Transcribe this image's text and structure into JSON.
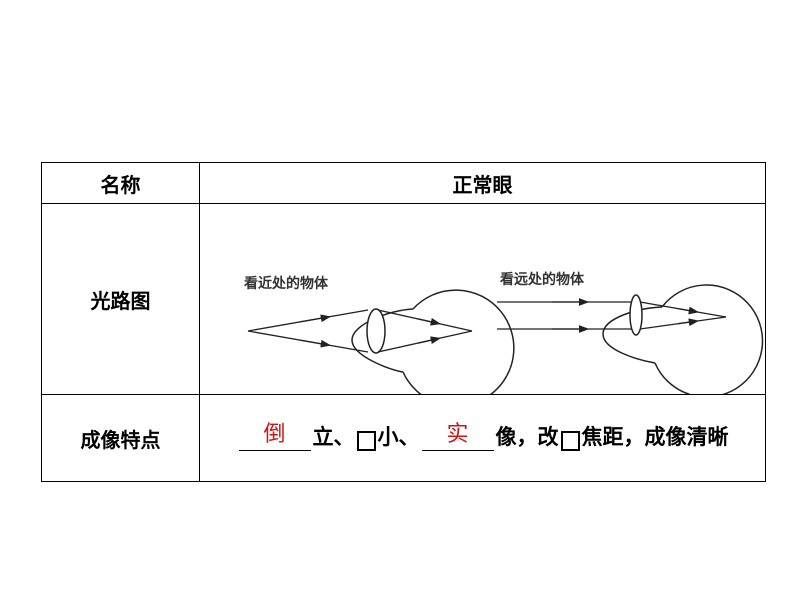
{
  "table": {
    "header": {
      "col1": "名称",
      "col2": "正常眼"
    },
    "row_diagram": {
      "label": "光路图",
      "left_caption": "看近处的物体",
      "right_caption": "看远处的物体"
    },
    "row_features": {
      "label": "成像特点",
      "answer1": "倒",
      "text1": "立、",
      "text2": "小、",
      "answer2": "实",
      "text3": "像，改",
      "text4": "焦距，成像清晰"
    }
  },
  "colors": {
    "answer": "#d01414",
    "line": "#000000"
  }
}
